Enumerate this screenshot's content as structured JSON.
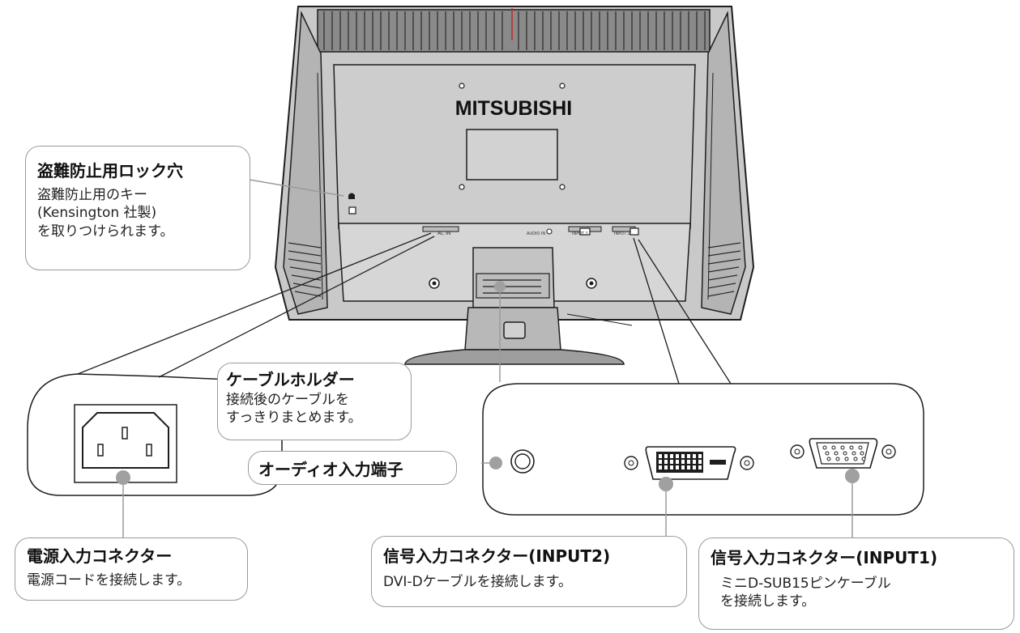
{
  "brand": "MITSUBISHI",
  "panel_labels": {
    "ac_in": "AC IN",
    "audio_in": "AUDIO IN",
    "input2": "INPUT 2",
    "input1": "INPUT 1"
  },
  "callouts": {
    "security_lock": {
      "title": "盗難防止用ロック穴",
      "desc": [
        "盗難防止用のキー",
        "(Kensington 社製)",
        "を取りつけられます。"
      ]
    },
    "cable_holder": {
      "title": "ケーブルホルダー",
      "desc": [
        "接続後のケーブルを",
        "すっきりまとめます。"
      ]
    },
    "audio_input": {
      "title": "オーディオ入力端子"
    },
    "power_connector": {
      "title": "電源入力コネクター",
      "desc": [
        "電源コードを接続します。"
      ]
    },
    "signal_input2": {
      "title": "信号入力コネクター(INPUT2)",
      "desc": [
        "DVI-Dケーブルを接続します。"
      ]
    },
    "signal_input1": {
      "title": "信号入力コネクター(INPUT1)",
      "desc": [
        "ミニD-SUB15ピンケーブル",
        "を接続します。"
      ]
    }
  },
  "colors": {
    "monitor_body": "#c9c9c9",
    "panel": "#d6d6d6",
    "outline": "#1e1e1e",
    "callout_border": "#9a9a9a",
    "dot": "#a0a0a0"
  }
}
